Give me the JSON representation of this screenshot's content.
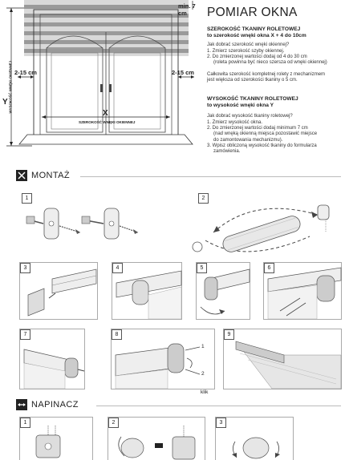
{
  "title": "POMIAR OKNA",
  "width_section": {
    "heading_line1": "SZEROKOŚĆ TKANINY ROLETOWEJ",
    "heading_line2": "to szerokość wnęki okna X + 4 do 10cm",
    "lines": [
      "Jak dobrać szerokość wnęki okiennej?",
      "1. Zmierz szerokość szyby okiennej.",
      "2. Do zmierzonej wartości dodaj od 4 do 30 cm",
      "(roleta powinna być nieco szersza od wnęki okiennej)",
      "",
      "Całkowita szerokość kompletnej rolety z mechanizmem",
      "jest większa od szerokości tkaniny o 5 cm."
    ]
  },
  "height_section": {
    "heading_line1": "WYSOKOŚĆ TKANINY ROLETOWEJ",
    "heading_line2": "to wysokość wnęki okna Y",
    "lines": [
      "Jak dobrać wysokość tkaniny roletowej?",
      "1. Zmierz wysokość okna.",
      "2. Do zmierzonej wartości dodaj minimum 7 cm",
      "(nad wnęką okienną miejsca pozostawić miejsce",
      "do zamontowania mechanizmu).",
      "3. Wpisz obliczoną wysokość tkaniny do formularza",
      "zamówienia."
    ]
  },
  "diagram": {
    "top_label": "min. 7 cm",
    "left_label": "2-15 cm",
    "right_label": "2-15 cm",
    "x_label": "X",
    "y_label": "Y",
    "x_caption": "SZEROKOŚĆ WNĘKI OKIENNEJ",
    "y_caption": "WYSOKOŚĆ WNĘKI OKIENNEJ"
  },
  "montaz": {
    "title": "MONTAŻ",
    "steps": [
      "1",
      "2",
      "3",
      "4",
      "5",
      "6",
      "7",
      "8",
      "9"
    ],
    "click_label": "klik",
    "label_1": "1",
    "label_2": "2"
  },
  "napinacz": {
    "title": "NAPINACZ",
    "steps": [
      "1",
      "2",
      "3"
    ]
  }
}
